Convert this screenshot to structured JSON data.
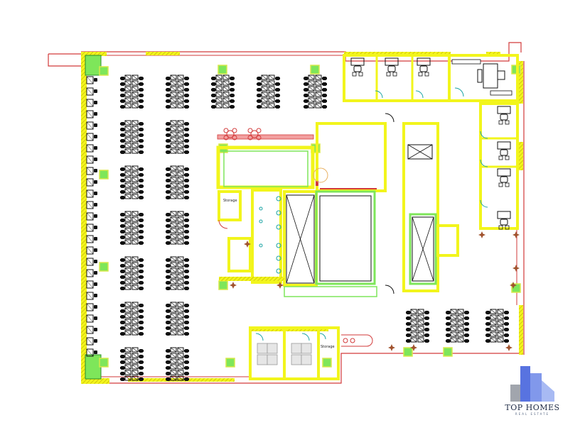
{
  "floor_plan": {
    "room_labels": {
      "storage_left": "Storage",
      "storage_bottom": "Storage"
    }
  },
  "brand": {
    "name": "TOP HOMES",
    "tagline": "REAL ESTATE"
  },
  "colors": {
    "wall_yellow": "#f2f51c",
    "wall_red": "#d23a3a",
    "furniture": "#111111",
    "column_green": "#7ee65a",
    "door_cyan": "#1aa3a3",
    "plant_brown": "#a0522d",
    "brand_blue": "#3b5bdb"
  }
}
